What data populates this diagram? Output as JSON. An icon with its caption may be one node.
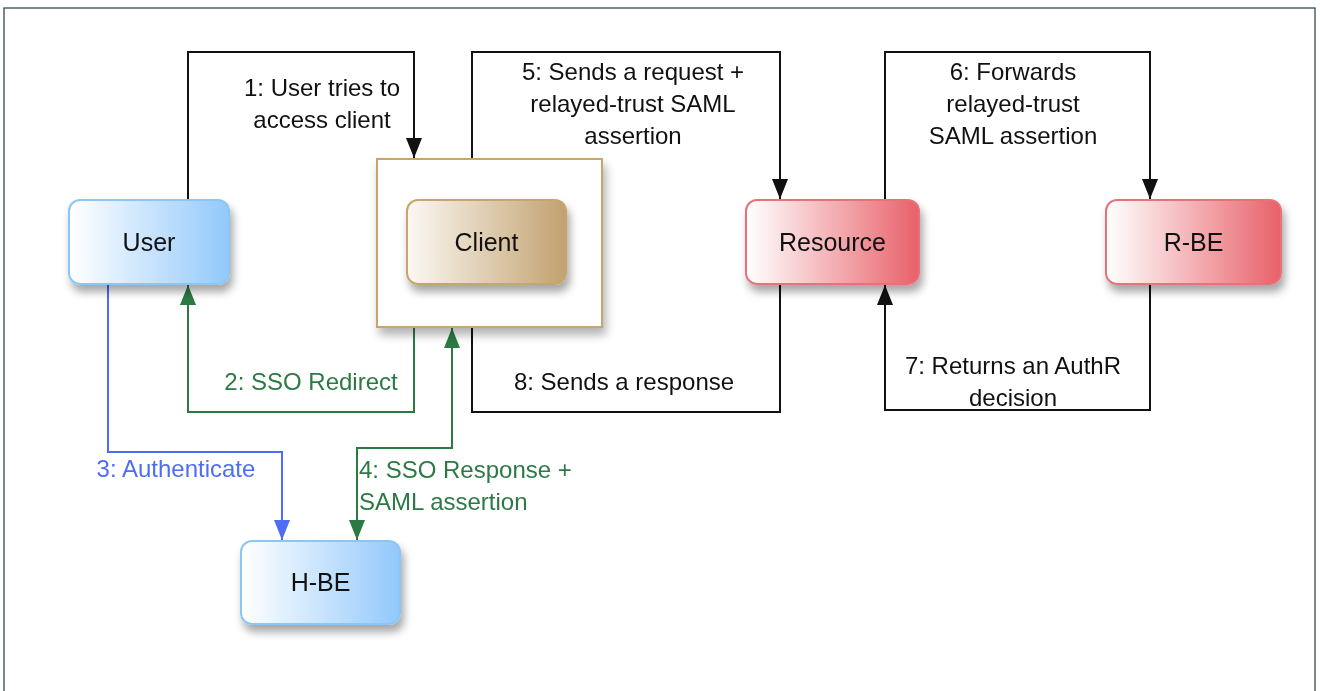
{
  "diagram": {
    "nodes": [
      {
        "text": [
          "User"
        ]
      },
      {
        "text": [],
        "shape": "box"
      },
      {
        "text": [
          "Client"
        ],
        "in": 1
      },
      {
        "text": [
          "Resource"
        ]
      },
      {
        "text": [
          "R-BE"
        ]
      },
      {
        "text": [
          "H-BE"
        ]
      }
    ],
    "edges": [
      {
        "from": 0,
        "to": 1,
        "arrow": "to",
        "label": "1: User tries to access client"
      },
      {
        "from": 2,
        "to": 3,
        "arrow": "to",
        "label": "5: Sends a request + relayed-trust SAML assertion"
      },
      {
        "from": 3,
        "to": 4,
        "arrow": "to",
        "label": "6: Forwards relayed-trust SAML assertion"
      },
      {
        "from": 4,
        "to": 3,
        "arrow": "to",
        "label": "7: Returns an AuthR decision"
      },
      {
        "from": 3,
        "to": 2,
        "arrow": "to",
        "label": "8: Sends a response"
      },
      {
        "from": 1,
        "to": 0,
        "arrow": "to",
        "label": "2: SSO Redirect",
        "color": "#2c7a43"
      },
      {
        "from": 0,
        "to": 5,
        "arrow": "to",
        "label": "3: Authenticate",
        "color": "#4e6df5"
      },
      {
        "from": 5,
        "to": 1,
        "arrow": "both",
        "label": "4: SSO Response + SAML assertion",
        "color": "#2c7a43"
      }
    ]
  }
}
